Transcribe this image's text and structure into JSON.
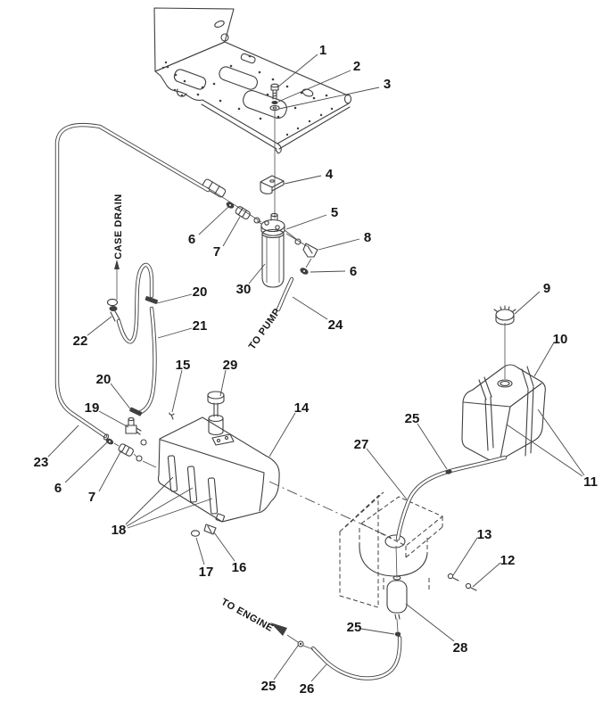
{
  "diagram": {
    "kind": "exploded-parts-diagram",
    "background": "#ffffff",
    "line_color": "#3f3f3f",
    "text_color": "#161616"
  },
  "callouts": {
    "c1": "1",
    "c2": "2",
    "c3": "3",
    "c4": "4",
    "c5": "5",
    "c6a": "6",
    "c6b": "6",
    "c6c": "6",
    "c7a": "7",
    "c7b": "7",
    "c8": "8",
    "c9": "9",
    "c10": "10",
    "c11": "11",
    "c12": "12",
    "c13": "13",
    "c14": "14",
    "c15": "15",
    "c16": "16",
    "c17": "17",
    "c18": "18",
    "c19": "19",
    "c20a": "20",
    "c20b": "20",
    "c21": "21",
    "c22": "22",
    "c23": "23",
    "c24": "24",
    "c25a": "25",
    "c25b": "25",
    "c25c": "25",
    "c26": "26",
    "c27": "27",
    "c28": "28",
    "c29": "29",
    "c30": "30"
  },
  "annotations": {
    "case_drain": "CASE DRAIN",
    "to_pump": "TO PUMP",
    "to_engine": "TO ENGINE"
  }
}
